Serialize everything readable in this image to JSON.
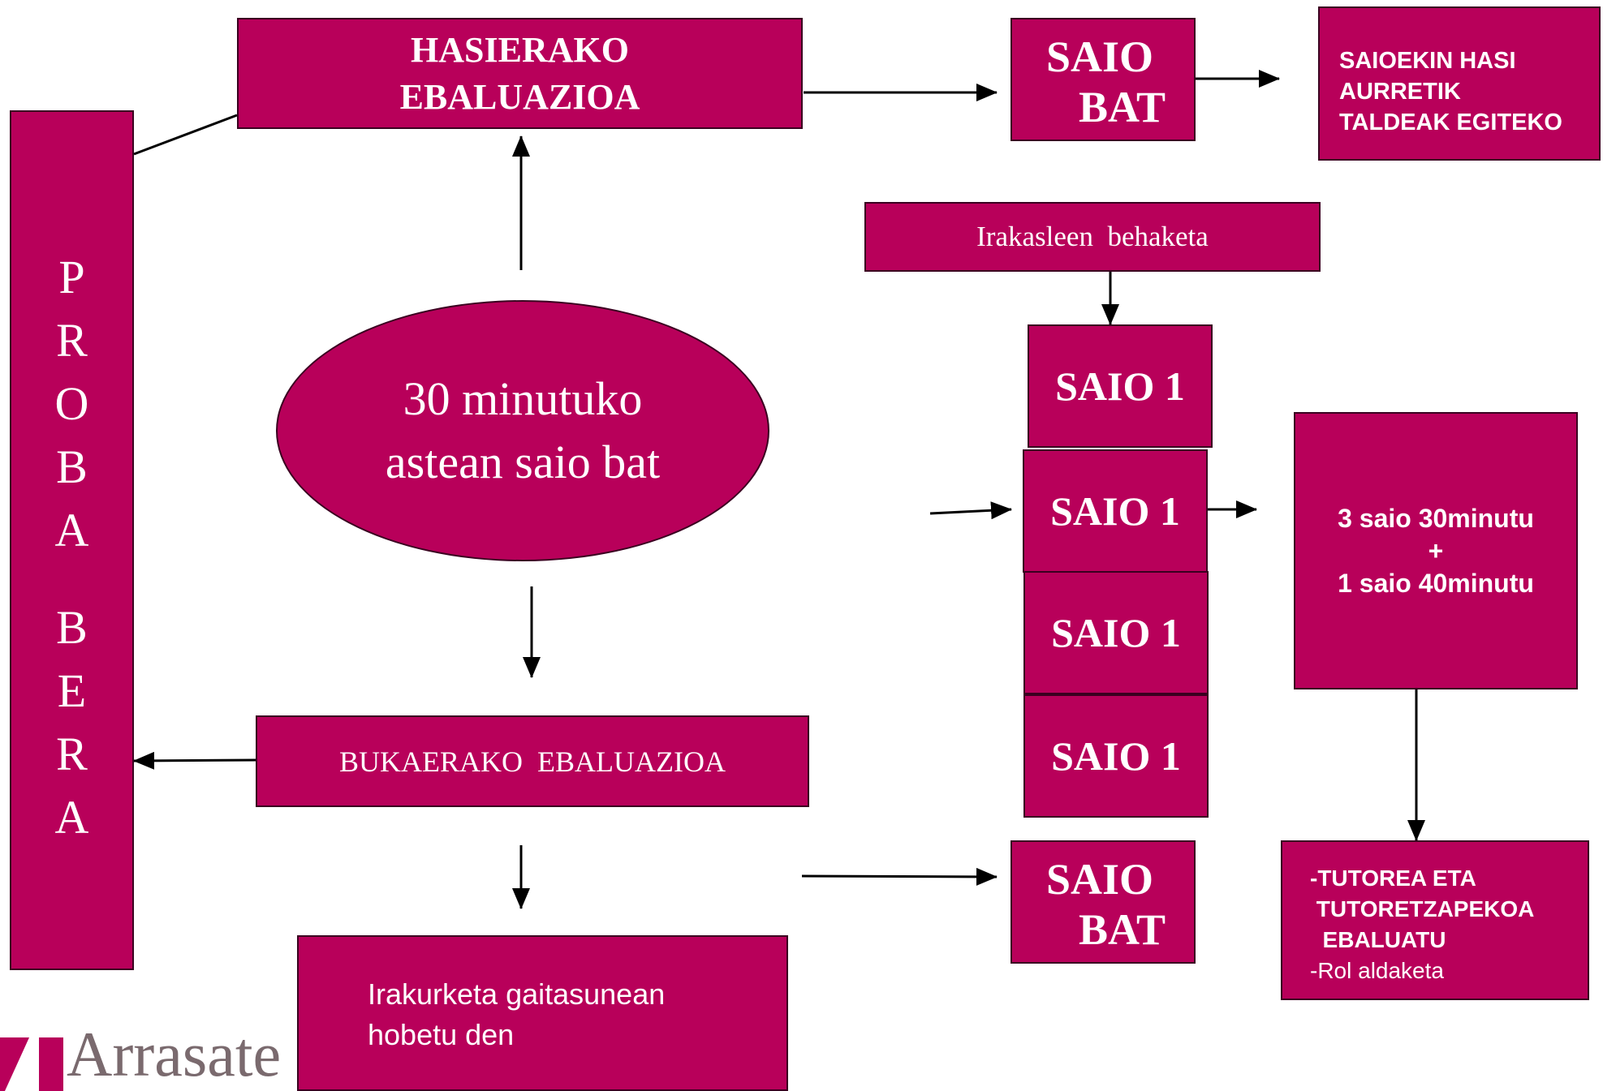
{
  "proba_bera": {
    "letters": [
      "P",
      "R",
      "O",
      "B",
      "A",
      "",
      "B",
      "E",
      "R",
      "A"
    ]
  },
  "hasierako": {
    "line1": "HASIERAKO",
    "line2": "EBALUAZIOA"
  },
  "saio_bat_top": {
    "line1": "SAIO",
    "line2": "BAT"
  },
  "saioekin": {
    "line1": "SAIOEKIN HASI",
    "line2": "AURRETIK",
    "line3": "TALDEAK EGITEKO"
  },
  "behaketa": {
    "label": "Irakasleen  behaketa"
  },
  "saio1": [
    "SAIO 1",
    "SAIO 1",
    "SAIO 1",
    "SAIO 1"
  ],
  "ellipse": {
    "line1": "30 minutuko",
    "line2": "astean saio bat"
  },
  "hiru_saio": {
    "line1": "3 saio 30minutu",
    "line2": "+",
    "line3": "1 saio 40minutu"
  },
  "bukaerako": {
    "label": "BUKAERAKO  EBALUAZIOA"
  },
  "saio_bat_bottom": {
    "line1": "SAIO",
    "line2": "BAT"
  },
  "tutorea": {
    "line1": "-TUTOREA ETA",
    "line2": " TUTORETZAPEKOA",
    "line3": "  EBALUATU",
    "line4": "-Rol aldaketa"
  },
  "irakurketa": {
    "line1": "Irakurketa gaitasunean",
    "line2": "hobetu den"
  },
  "logo": {
    "text": "Arrasate"
  },
  "colors": {
    "box_fill": "#b8005a",
    "box_border": "#3a0020",
    "arrow": "#000000",
    "logo_text": "#7a6a6e"
  }
}
